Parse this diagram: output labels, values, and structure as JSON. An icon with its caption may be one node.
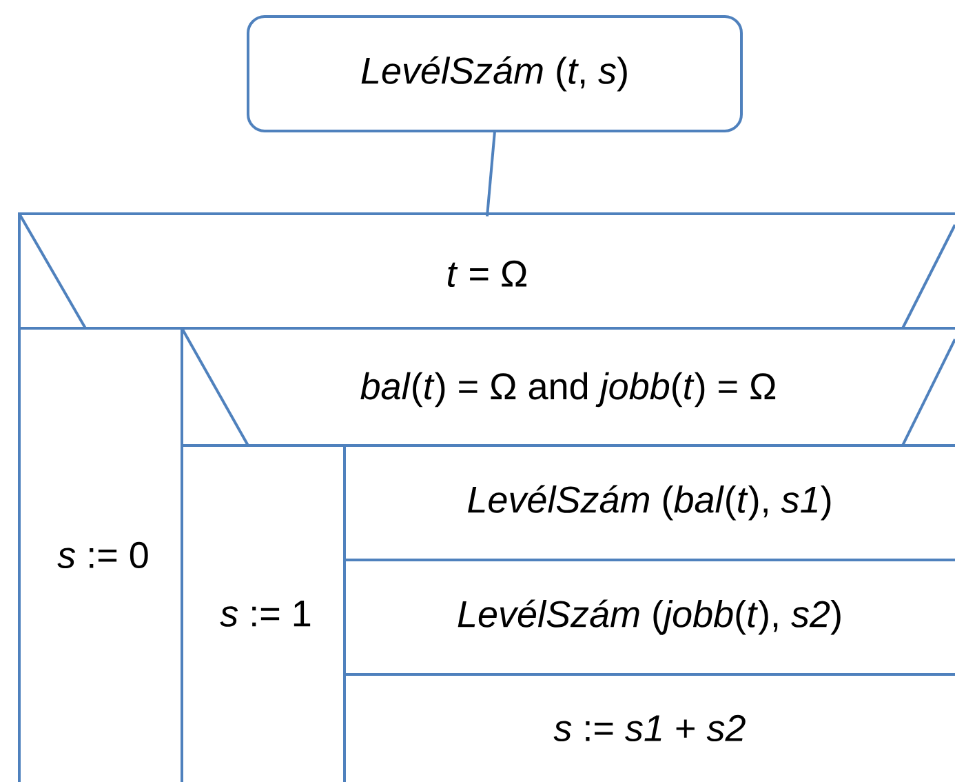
{
  "diagram": {
    "nodes": [
      {
        "text": [
          "*LevélSzám* (*t*, *s*)"
        ]
      },
      {
        "text": [
          "*t* = Ω"
        ]
      },
      {
        "text": [
          "*s* := 0"
        ]
      },
      {
        "text": [
          "*bal*(*t*) = Ω and *jobb*(*t*) = Ω"
        ]
      },
      {
        "text": [
          "*s* := 1"
        ]
      },
      {
        "text": [
          "*LevélSzám* (*bal*(*t*), *s1*)"
        ]
      },
      {
        "text": [
          "*LevélSzám* (*jobb*(*t*), *s2*)"
        ]
      },
      {
        "text": [
          "*s* := *s1* + *s2*"
        ]
      }
    ],
    "edges": [
      {
        "from": 0,
        "to": 1,
        "arrow": "none"
      }
    ]
  }
}
